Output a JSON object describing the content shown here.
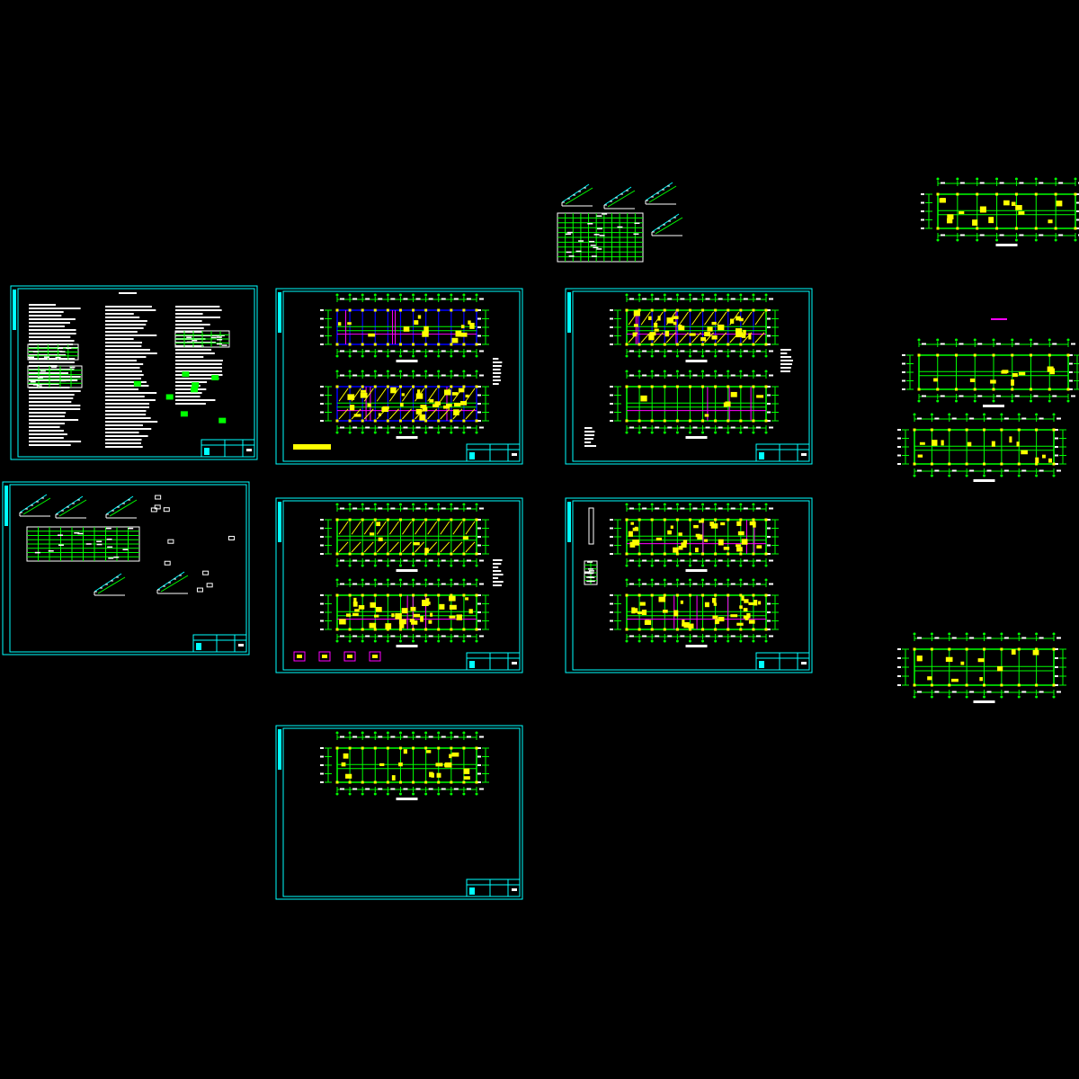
{
  "canvas": {
    "background": "#000000"
  },
  "colors": {
    "frame": "#00ffff",
    "grid": "#00ff00",
    "column": "#ffff00",
    "beam": "#0000ff",
    "highlight": "#ff00ff",
    "text": "#ffffff"
  },
  "sheets": [
    {
      "kind": "notes"
    },
    {
      "kind": "stair-details"
    },
    {
      "kind": "floor-plans-blue"
    },
    {
      "kind": "floor-plans-slab"
    },
    {
      "kind": "floor-plans-diag"
    },
    {
      "kind": "floor-plans-columns"
    },
    {
      "kind": "floor-plan-single"
    }
  ]
}
